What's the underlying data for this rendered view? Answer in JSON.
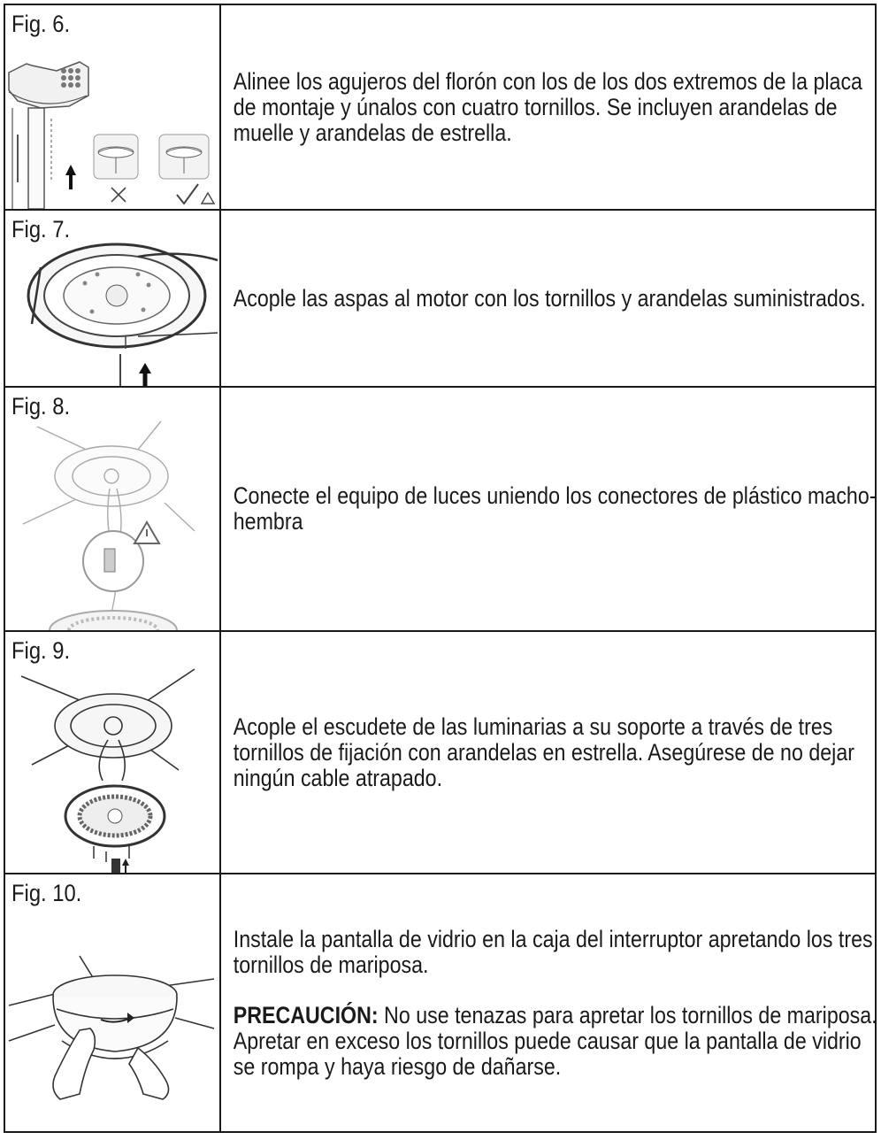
{
  "steps": [
    {
      "label": "Fig. 6.",
      "text": "Alinee los agujeros del florón con los de los dos extremos de la placa de montaje y únalos con cuatro tornillos. Se incluyen arandelas de muelle y arandelas de estrella.",
      "illustration_icons": [
        "canopy-screws-icon",
        "wrong-cross-icon",
        "check-warning-icon"
      ]
    },
    {
      "label": "Fig. 7.",
      "text": "Acople las aspas al motor con los tornillos y arandelas suministrados.",
      "illustration_icons": [
        "fan-motor-blades-icon",
        "screwdriver-icon"
      ]
    },
    {
      "label": "Fig. 8.",
      "text": "Conecte el equipo de luces uniendo los conectores de plástico macho-hembra",
      "illustration_icons": [
        "connector-warning-icon",
        "light-kit-icon"
      ]
    },
    {
      "label": "Fig. 9.",
      "text": "Acople el escudete de las luminarias a su soporte a través de tres tornillos de fijación con arandelas en estrella. Asegúrese de no dejar ningún cable atrapado.",
      "illustration_icons": [
        "light-fixture-screws-icon",
        "screwdriver-icon"
      ]
    },
    {
      "label": "Fig. 10.",
      "text": "Instale la pantalla de vidrio en la caja del interruptor apretando los tres tornillos de mariposa.",
      "caution_label": "PRECAUCIÓN:",
      "caution_text": " No use tenazas para apretar los tornillos de mariposa. Apretar en exceso los tornillos puede causar que la pantalla de vidrio se rompa y haya riesgo de dañarse.",
      "illustration_icons": [
        "hands-glass-shade-icon",
        "rotation-arrow-icon"
      ]
    }
  ]
}
